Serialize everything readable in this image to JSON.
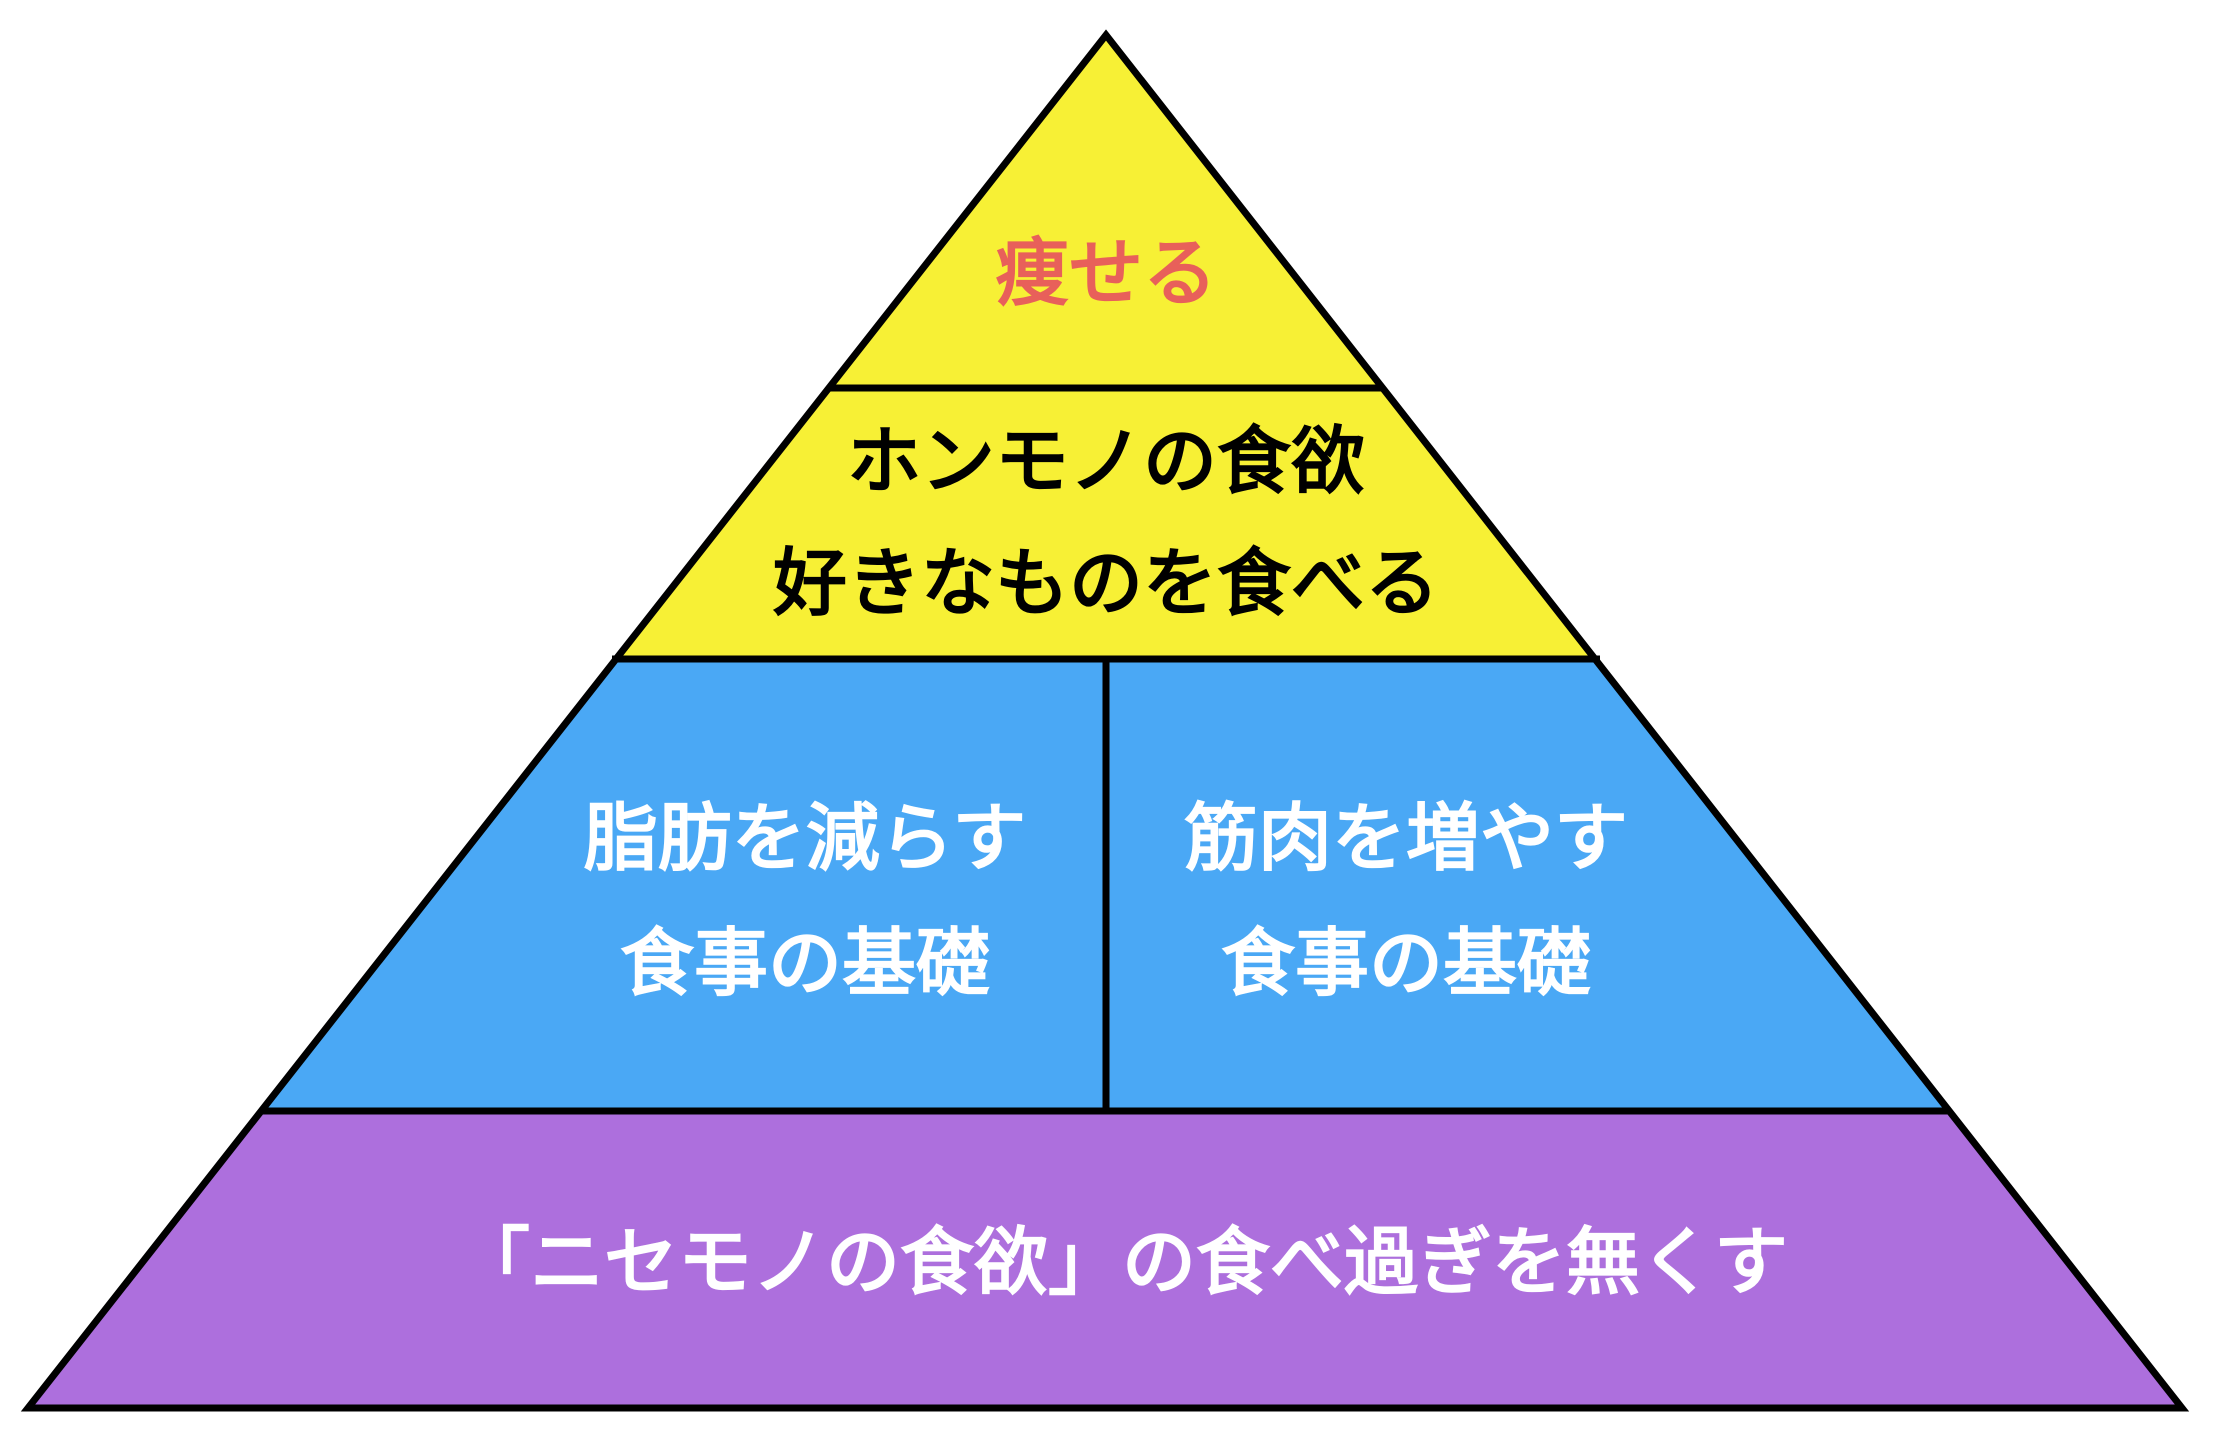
{
  "pyramid": {
    "top": {
      "label": "痩せる",
      "fill": "#f7f035",
      "text_color": "#e8605a"
    },
    "second": {
      "line1": "ホンモノの食欲",
      "line2": "好きなものを食べる",
      "fill": "#f7f035",
      "text_color": "#000000"
    },
    "third_left": {
      "line1": "脂肪を減らす",
      "line2": "食事の基礎",
      "fill": "#4aa8f5",
      "text_color": "#ffffff"
    },
    "third_right": {
      "line1": "筋肉を増やす",
      "line2": "食事の基礎",
      "fill": "#4aa8f5",
      "text_color": "#ffffff"
    },
    "base": {
      "label": "「ニセモノの食欲」の食べ過ぎを無くす",
      "fill": "#ad6fdd",
      "text_color": "#ffffff"
    }
  }
}
